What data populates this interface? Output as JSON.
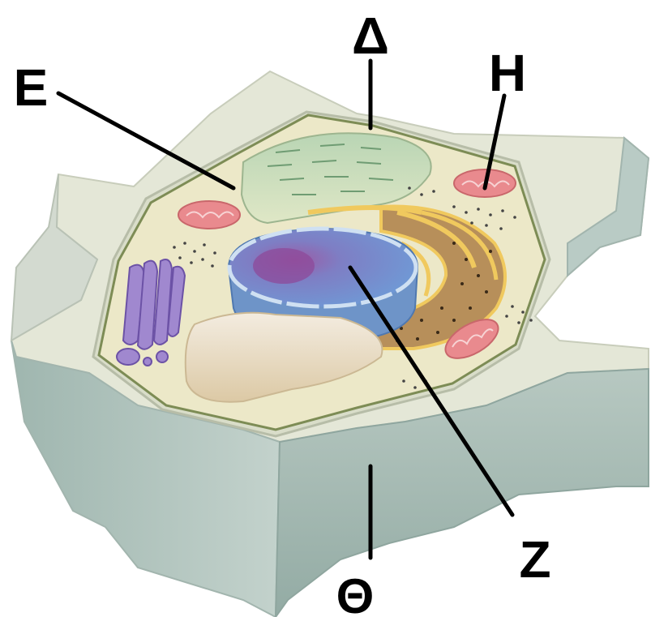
{
  "labels": {
    "delta": "Δ",
    "epsilon": "E",
    "eta": "H",
    "zeta": "Z",
    "theta": "Θ"
  },
  "colors": {
    "wall_top": "#e3e6d6",
    "wall_side": "#a9bdb6",
    "wall_side_dark": "#8ea59e",
    "cytoplasm": "#ece8c8",
    "cell_membrane": "#7d8c55",
    "vacuole": "#ccdcb5",
    "nucleus": "#7aa3d6",
    "nucleolus": "#8e4a9a",
    "rough_er": "#b78f5a",
    "er_membrane": "#f0c95e",
    "mitochondrion": "#e98a8e",
    "golgi": "#a088cf",
    "vesicle": "#e8dcc3",
    "leader_line": "#000000"
  },
  "icons": [
    "plant-cell-illustration"
  ]
}
